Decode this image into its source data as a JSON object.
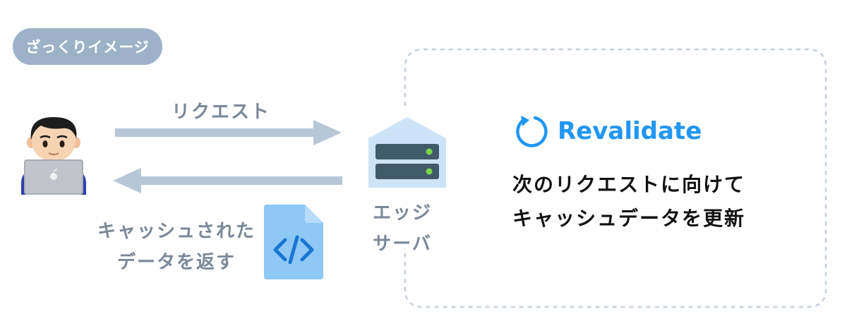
{
  "tag": {
    "label": "ざっくりイメージ"
  },
  "request": {
    "label": "リクエスト"
  },
  "response": {
    "line1": "キャッシュされた",
    "line2": "データを返す"
  },
  "edge_server": {
    "line1": "エッジ",
    "line2": "サーバ"
  },
  "revalidate": {
    "title": "Revalidate",
    "desc_line1": "次のリクエストに向けて",
    "desc_line2": "キャッシュデータを更新"
  },
  "colors": {
    "tag_bg": "#9db2c8",
    "arrow": "#b8c7d6",
    "accent_blue": "#2196f3",
    "dashed_border": "#c2cfdb",
    "server_body": "#cde3f8",
    "server_unit": "#415a6b",
    "server_led": "#7bd64a",
    "doc": "#8ec8f5",
    "doc_code": "#1976d2"
  },
  "icons": {
    "user": "user-with-laptop-icon",
    "server": "edge-server-icon",
    "document": "code-document-icon",
    "revalidate": "refresh-icon"
  }
}
